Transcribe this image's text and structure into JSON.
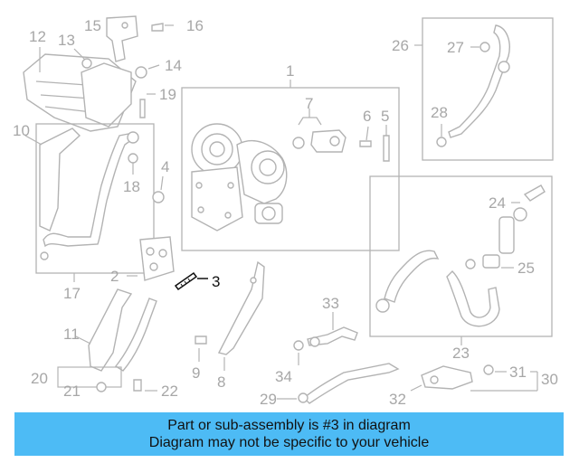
{
  "diagram": {
    "part_numbers": [
      "1",
      "2",
      "3",
      "4",
      "5",
      "6",
      "7",
      "8",
      "9",
      "10",
      "11",
      "12",
      "13",
      "14",
      "15",
      "16",
      "17",
      "18",
      "19",
      "20",
      "21",
      "22",
      "23",
      "24",
      "25",
      "26",
      "27",
      "28",
      "29",
      "30",
      "31",
      "32",
      "33",
      "34"
    ],
    "highlighted_part": "3",
    "colors": {
      "accent": "#4dbbf5",
      "line": "#b3b3b3",
      "label": "#a7a7a7",
      "highlight": "#111111"
    }
  },
  "banner": {
    "line1": "Part or sub-assembly is #3 in diagram",
    "line2": "Diagram may not be specific to your vehicle"
  }
}
